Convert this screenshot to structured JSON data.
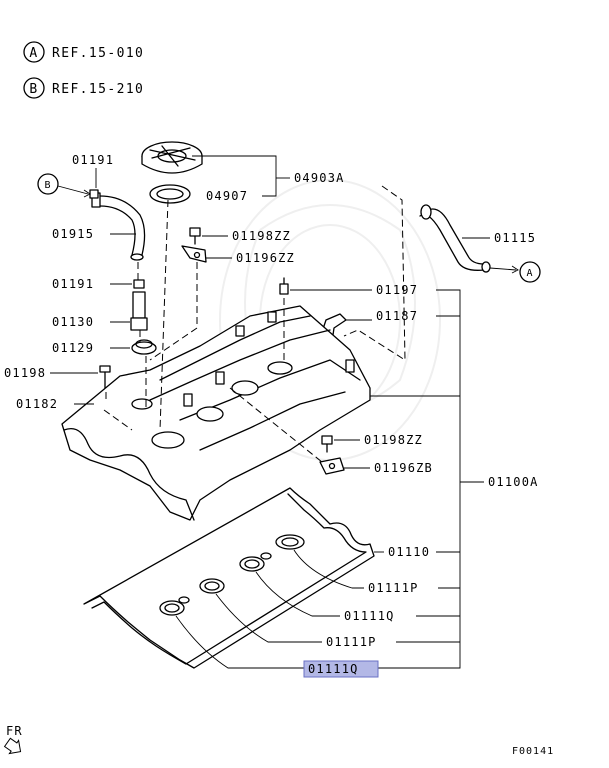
{
  "refs": [
    {
      "marker": "A",
      "text": "REF.15-010"
    },
    {
      "marker": "B",
      "text": "REF.15-210"
    }
  ],
  "callouts": {
    "a": "A",
    "b": "B"
  },
  "labels": {
    "p01191_top": "01191",
    "p04903A": "04903A",
    "p04907": "04907",
    "p01915": "01915",
    "p01198ZZ_top": "01198ZZ",
    "p01196ZZ": "01196ZZ",
    "p01115": "01115",
    "p01191_mid": "01191",
    "p01197": "01197",
    "p01130": "01130",
    "p01187": "01187",
    "p01129": "01129",
    "p01198": "01198",
    "p01182": "01182",
    "p01198ZZ_mid": "01198ZZ",
    "p01196ZB": "01196ZB",
    "p01100A": "01100A",
    "p01110": "01110",
    "p01111P_upper": "01111P",
    "p01111Q_upper": "01111Q",
    "p01111P_lower": "01111P",
    "p01111Q_selected": "01111Q"
  },
  "highlight_color": "#b3b8e6",
  "footer": {
    "direction": "FR",
    "figure_code": "F00141"
  }
}
